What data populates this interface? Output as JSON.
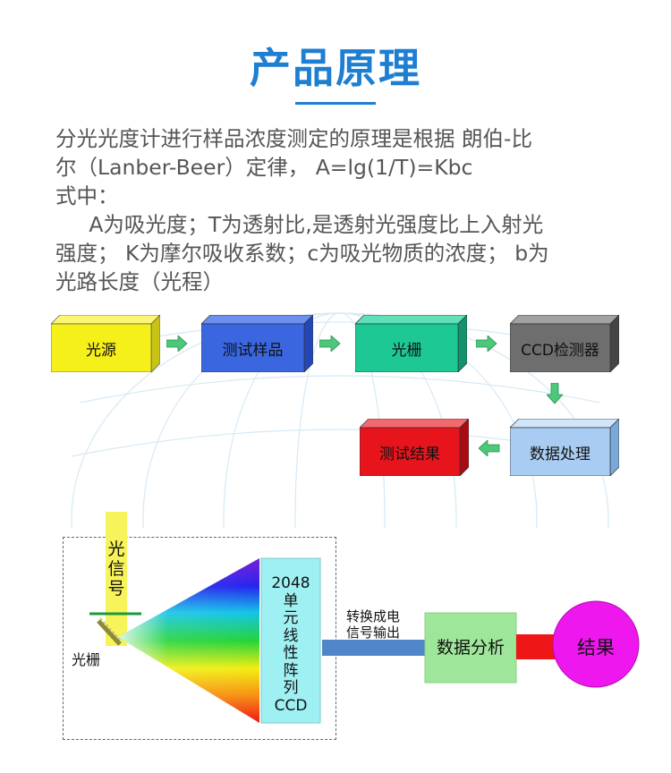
{
  "title": "产品原理",
  "paragraph_lines": [
    "分光光度计进行样品浓度测定的原理是根据 朗伯-比",
    "尔（Lanber-Beer）定律， A=lg(1/T)=Kbc",
    "式中：",
    "     A为吸光度；T为透射比,是透射光强度比上入射光",
    "强度； K为摩尔吸收系数；c为吸光物质的浓度； b为",
    "光路长度（光程）"
  ],
  "flow": {
    "light_source": "光源",
    "sample": "测试样品",
    "grating": "光栅",
    "ccd_detector": "CCD检测器",
    "data_processing": "数据处理",
    "result": "测试结果"
  },
  "spectro": {
    "light_signal_chars": [
      "光",
      "信",
      "号"
    ],
    "grating_label": "光栅",
    "ccd_chars": [
      "2048",
      "单",
      "元",
      "线",
      "性",
      "阵",
      "列",
      "CCD"
    ],
    "convert_line1": "转换成电",
    "convert_line2": "信号输出",
    "analysis": "数据分析",
    "result": "结果"
  },
  "colors": {
    "title": "#1e7ed2",
    "yellow": "#f5ef1a",
    "blue": "#3a67e0",
    "teal": "#1ec894",
    "gray": "#6e6e6e",
    "lightblue": "#a9cdf2",
    "red": "#e8141c",
    "arrow": "#4cc87a",
    "green_box": "#9ee79a",
    "magenta": "#ee17ee"
  }
}
